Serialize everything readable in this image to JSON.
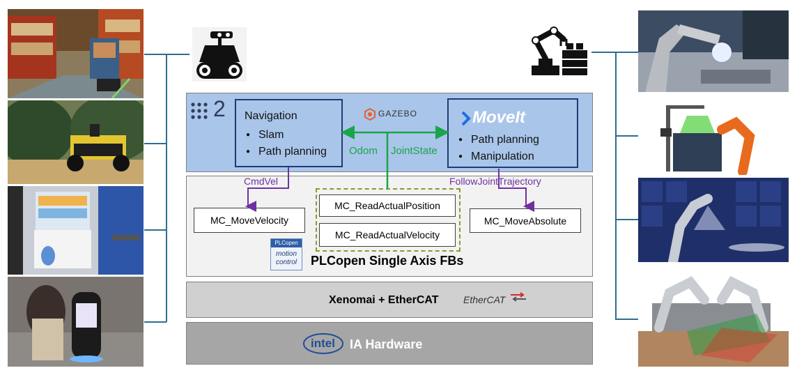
{
  "colors": {
    "ros_layer": "#a9c5ea",
    "plc_layer": "#f2f2f2",
    "grey_layer": "#d0d0d0",
    "box_border": "#1f3b73",
    "green": "#1aa54a",
    "purple": "#7030a0",
    "wire": "#2e6e8e"
  },
  "icons": {
    "left_robot": "mobile-robot-icon",
    "right_robot": "robot-arm-icon",
    "ros2_logo": "ros2-logo-icon",
    "gazebo_logo": "gazebo-logo-icon",
    "moveit_logo": "moveit-logo-icon",
    "plcopen_logo": "plcopen-motion-control-logo-icon",
    "ethercat_logo": "ethercat-logo-icon",
    "intel_logo": "intel-logo-icon"
  },
  "ros": {
    "ros2_number": "2",
    "gazebo": "GAZEBO",
    "navigation": {
      "title": "Navigation",
      "items": [
        "Slam",
        "Path planning"
      ]
    },
    "moveit": {
      "logo": "MoveIt",
      "items": [
        "Path planning",
        "Manipulation"
      ]
    },
    "odom": "Odom",
    "jointstate": "JointState"
  },
  "plc": {
    "cmdvel": "CmdVel",
    "followjoint": "FollowJointTrajectory",
    "fb_velocity": "MC_MoveVelocity",
    "fb_read_pos": "MC_ReadActualPosition",
    "fb_read_vel": "MC_ReadActualVelocity",
    "fb_absolute": "MC_MoveAbsolute",
    "plcopen_logo_top": "PLCopen",
    "plcopen_logo_mid": "motion",
    "plcopen_logo_bot": "control",
    "title": "PLCopen Single Axis FBs"
  },
  "rt": {
    "label": "Xenomai + EtherCAT",
    "ethercat_logo": "EtherCAT"
  },
  "hw": {
    "intel_logo": "intel",
    "label": "IA Hardware"
  }
}
